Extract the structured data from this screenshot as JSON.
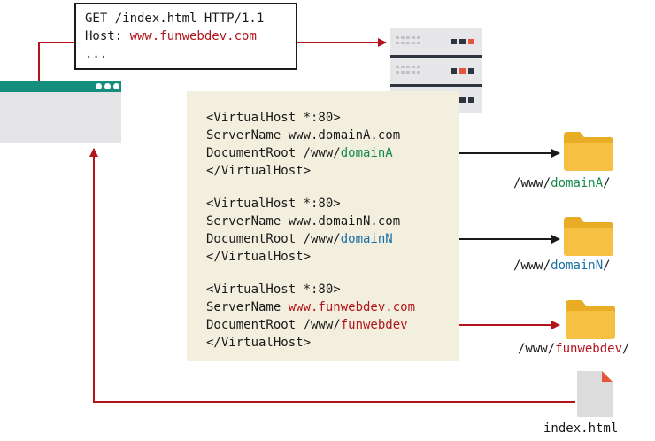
{
  "request": {
    "line1": "GET /index.html HTTP/1.1",
    "host_key": "Host: ",
    "host_value": "www.funwebdev.com",
    "line3": "..."
  },
  "config": {
    "blocks": [
      {
        "open": "<VirtualHost *:80>",
        "server_label": "ServerName ",
        "server_value": "www.domainA.com",
        "root_label": "DocumentRoot /www/",
        "root_value": "domainA",
        "close": "</VirtualHost>"
      },
      {
        "open": "<VirtualHost *:80>",
        "server_label": "ServerName ",
        "server_value": "www.domainN.com",
        "root_label": "DocumentRoot /www/",
        "root_value": "domainN",
        "close": "</VirtualHost>"
      },
      {
        "open": "<VirtualHost *:80>",
        "server_label": "ServerName ",
        "server_value": "www.funwebdev.com",
        "root_label": "DocumentRoot /www/",
        "root_value": "funwebdev",
        "close": "</VirtualHost>"
      }
    ]
  },
  "folders": [
    {
      "prefix": "/www/",
      "name": "domainA",
      "suffix": "/"
    },
    {
      "prefix": "/www/",
      "name": "domainN",
      "suffix": "/"
    },
    {
      "prefix": "/www/",
      "name": "funwebdev",
      "suffix": "/"
    }
  ],
  "file": {
    "name": "index.html"
  },
  "colors": {
    "accent_red": "#b3141b",
    "accent_green": "#138a4a",
    "accent_blue": "#1a6fa3",
    "browser_bar": "#168e7e",
    "config_bg": "#f3efdf",
    "folder": "#f6c142"
  }
}
